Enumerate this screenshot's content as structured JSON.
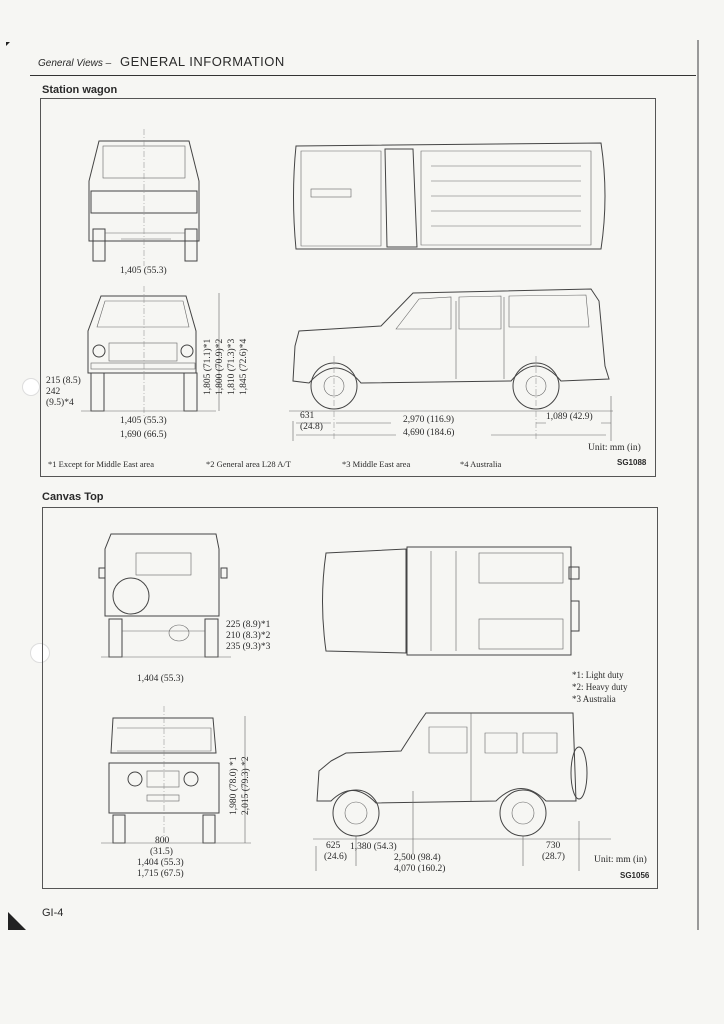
{
  "header": {
    "section": "General Views –",
    "title": "GENERAL INFORMATION"
  },
  "station_wagon": {
    "title": "Station wagon",
    "rear_track": "1,405 (55.3)",
    "ground_clearance": [
      "215 (8.5)",
      "242",
      "(9.5)*4"
    ],
    "front_track": "1,405 (55.3)",
    "overall_width": "1,690 (66.5)",
    "heights": [
      "1,805 (71.1)*1",
      "1,800 (70.9)*2",
      "1,810 (71.3)*3",
      "1,845 (72.6)*4"
    ],
    "front_overhang": [
      "631",
      "(24.8)"
    ],
    "wheelbase": "2,970 (116.9)",
    "rear_overhang": "1,089 (42.9)",
    "overall_length": "4,690 (184.6)",
    "unit": "Unit:  mm (in)",
    "code": "SG1088",
    "footnotes": [
      "*1  Except for Middle East area",
      "*2  General area L28 A/T",
      "*3  Middle East area",
      "*4  Australia"
    ]
  },
  "canvas_top": {
    "title": "Canvas Top",
    "ground_clearance": [
      "225 (8.9)*1",
      "210 (8.3)*2",
      "235 (9.3)*3"
    ],
    "rear_track": "1,404 (55.3)",
    "notes": [
      "*1:  Light duty",
      "*2:  Heavy duty",
      "*3  Australia"
    ],
    "heights": [
      "1,980 (78.0) *1",
      "2,015 (79.3) *2"
    ],
    "frame_width": [
      "800",
      "(31.5)"
    ],
    "front_track": "1,404 (55.3)",
    "overall_width": "1,715 (67.5)",
    "front_overhang": [
      "625",
      "(24.6)"
    ],
    "axle_to_cab": "1,380 (54.3)",
    "wheelbase": "2,500 (98.4)",
    "rear_overhang": [
      "730",
      "(28.7)"
    ],
    "overall_length": "4,070 (160.2)",
    "unit": "Unit:  mm (in)",
    "code": "SG1056"
  },
  "page_number": "GI-4"
}
